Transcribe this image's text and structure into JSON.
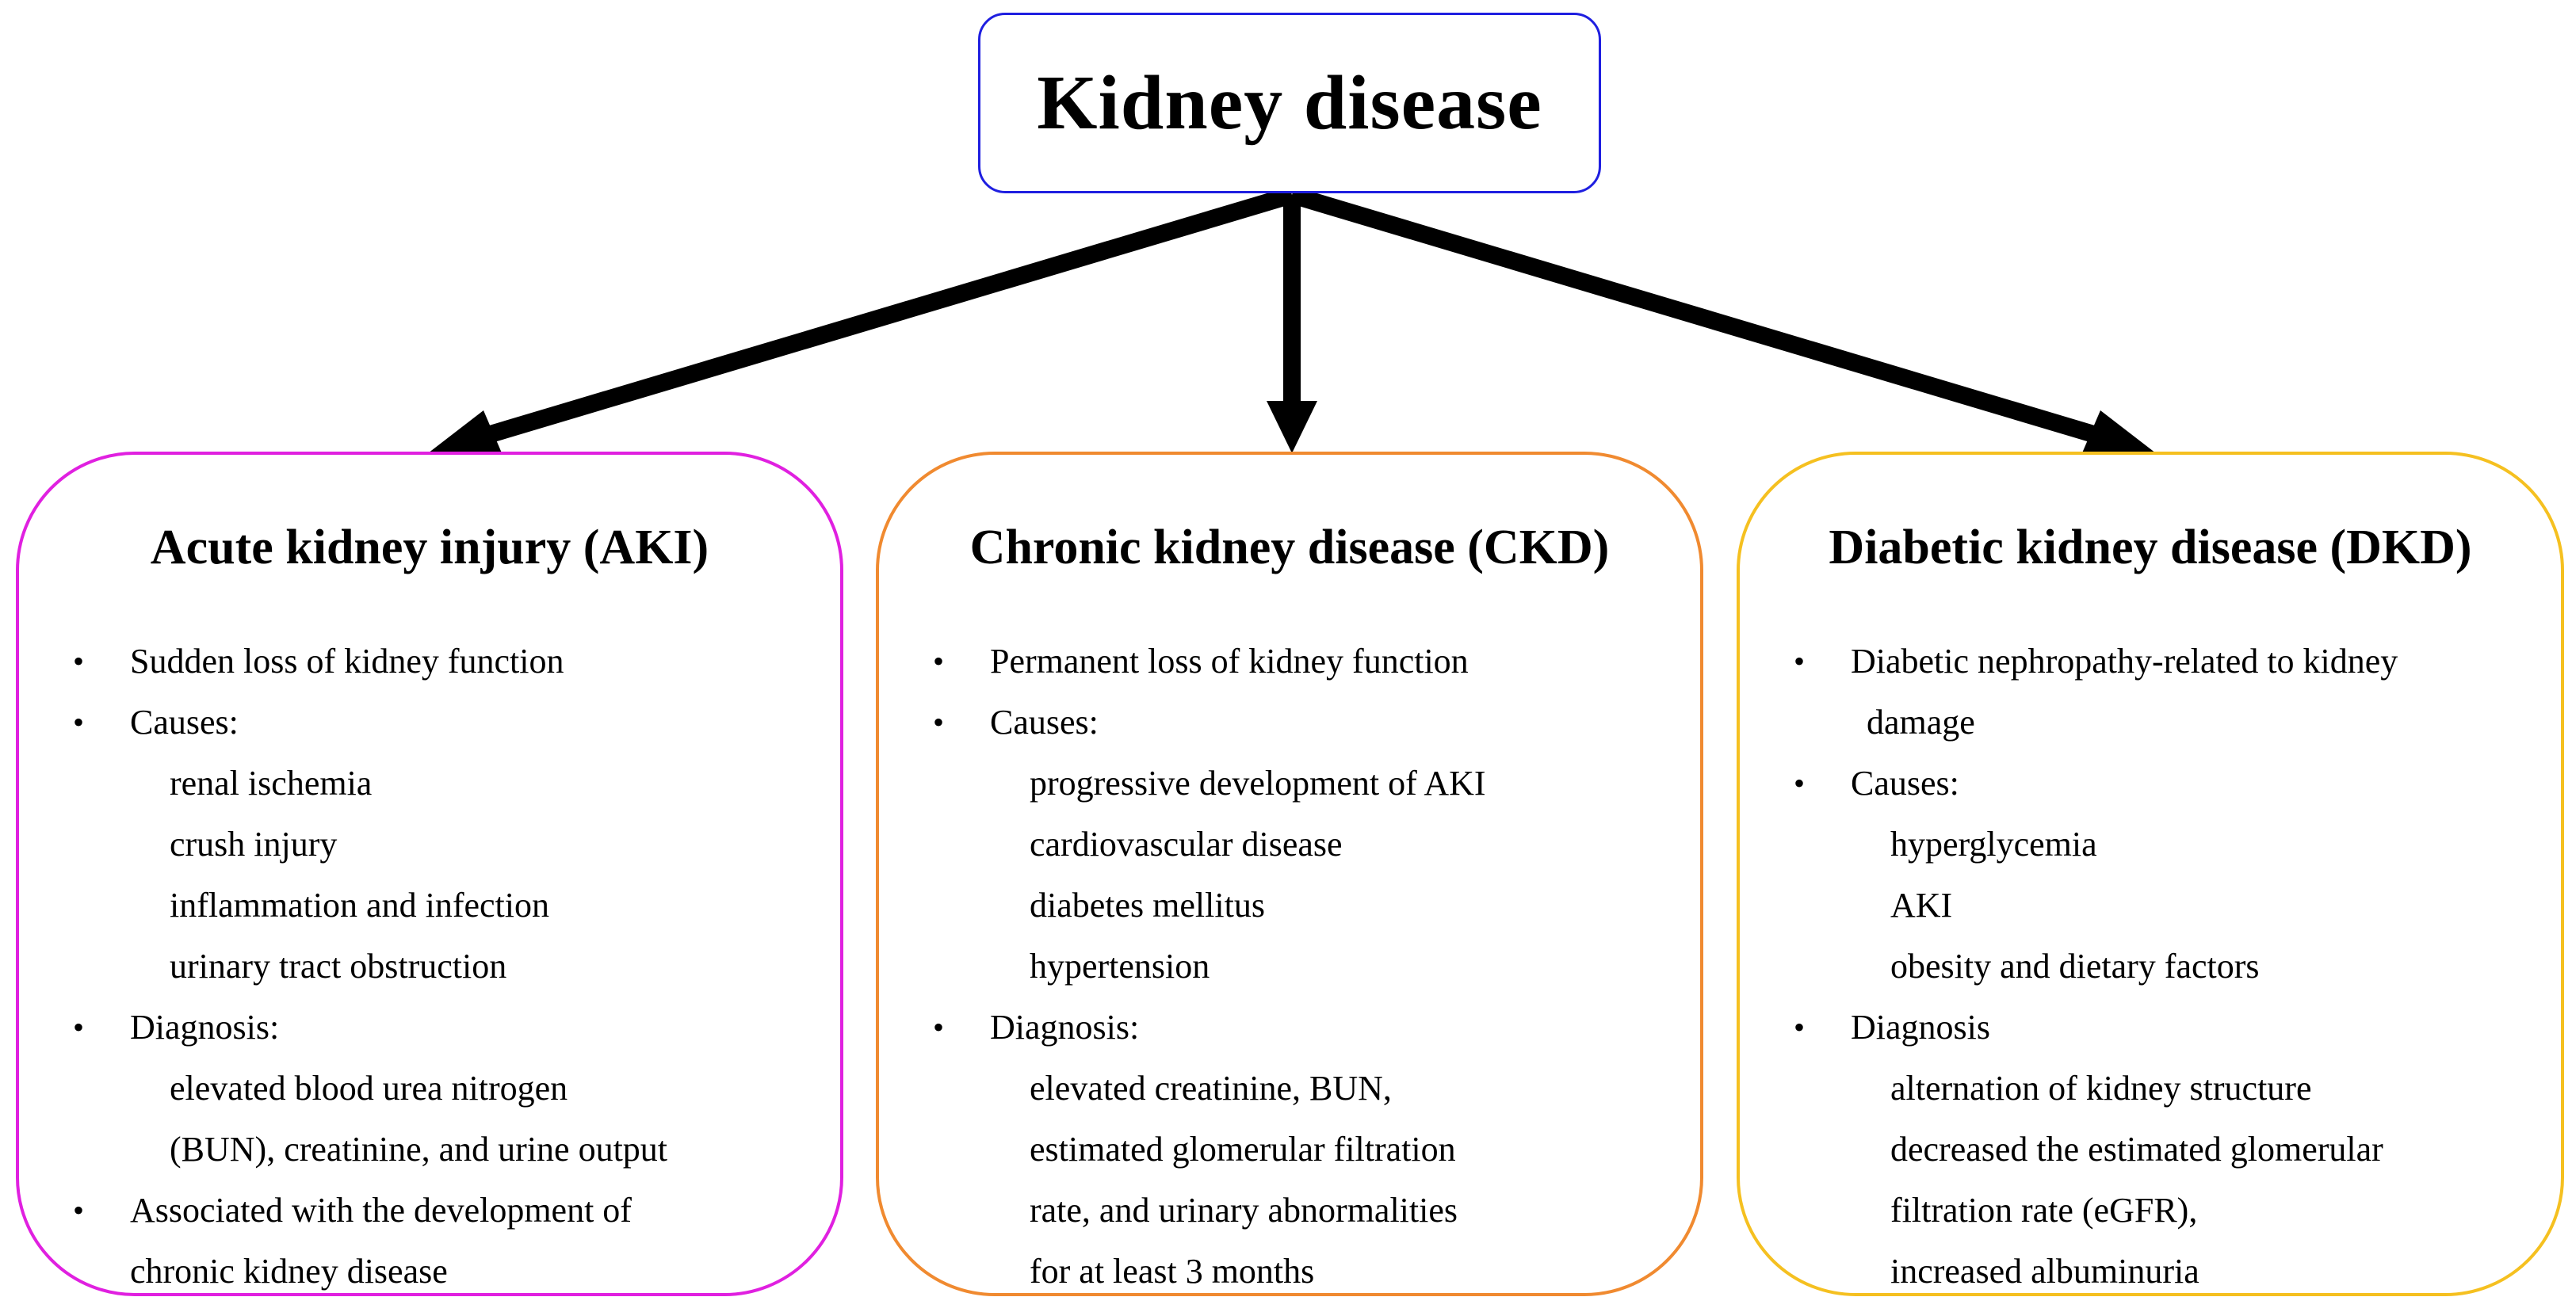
{
  "root": {
    "title": "Kidney disease",
    "border_color": "#1f1fe0"
  },
  "arrow_color": "#000000",
  "panels": {
    "aki": {
      "title": "Acute kidney injury (AKI)",
      "border_color": "#e020e0",
      "lines": [
        {
          "kind": "item",
          "text": "Sudden loss of kidney function"
        },
        {
          "kind": "item",
          "text": "Causes:"
        },
        {
          "kind": "sub",
          "text": "renal ischemia"
        },
        {
          "kind": "sub",
          "text": "crush injury"
        },
        {
          "kind": "sub",
          "text": "inflammation and infection"
        },
        {
          "kind": "sub",
          "text": "urinary tract obstruction"
        },
        {
          "kind": "item",
          "text": "Diagnosis:"
        },
        {
          "kind": "sub",
          "text": "elevated blood urea nitrogen"
        },
        {
          "kind": "sub",
          "text": "(BUN), creatinine, and urine output"
        },
        {
          "kind": "item",
          "text": "Associated with the development of"
        },
        {
          "kind": "cont0",
          "text": "chronic kidney disease"
        }
      ]
    },
    "ckd": {
      "title": "Chronic kidney disease (CKD)",
      "border_color": "#f08a30",
      "lines": [
        {
          "kind": "item",
          "text": "Permanent loss of kidney function"
        },
        {
          "kind": "item",
          "text": "Causes:"
        },
        {
          "kind": "sub",
          "text": "progressive development of  AKI"
        },
        {
          "kind": "sub",
          "text": "cardiovascular disease"
        },
        {
          "kind": "sub",
          "text": "diabetes mellitus"
        },
        {
          "kind": "sub",
          "text": "hypertension"
        },
        {
          "kind": "item",
          "text": "Diagnosis:"
        },
        {
          "kind": "sub",
          "text": "elevated creatinine, BUN,"
        },
        {
          "kind": "sub",
          "text": "estimated glomerular filtration"
        },
        {
          "kind": "sub",
          "text": "rate, and urinary abnormalities"
        },
        {
          "kind": "sub",
          "text": "for at least 3 months"
        }
      ]
    },
    "dkd": {
      "title": "Diabetic kidney disease (DKD)",
      "border_color": "#f5c020",
      "lines": [
        {
          "kind": "item",
          "text": "Diabetic nephropathy-related to kidney"
        },
        {
          "kind": "cont",
          "text": "damage"
        },
        {
          "kind": "item",
          "text": "Causes:"
        },
        {
          "kind": "sub",
          "text": "hyperglycemia"
        },
        {
          "kind": "sub",
          "text": "AKI"
        },
        {
          "kind": "sub",
          "text": "obesity and dietary factors"
        },
        {
          "kind": "item",
          "text": "Diagnosis"
        },
        {
          "kind": "sub",
          "text": "alternation of kidney structure"
        },
        {
          "kind": "sub",
          "text": "decreased the estimated glomerular"
        },
        {
          "kind": "sub",
          "text": "filtration rate (eGFR),"
        },
        {
          "kind": "sub",
          "text": "increased albuminuria"
        }
      ]
    }
  }
}
